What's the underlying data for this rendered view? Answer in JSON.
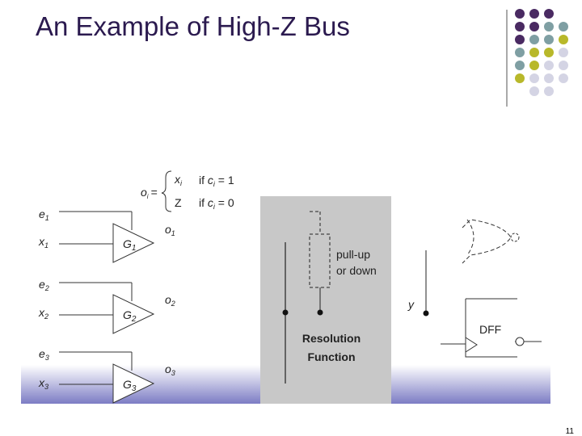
{
  "slide": {
    "title": "An Example of High-Z Bus",
    "page_number": "11"
  },
  "colors": {
    "title": "#2b1a4f",
    "dot_purple": "#4a2a62",
    "dot_teal": "#7f9fa3",
    "dot_yellow": "#b8b82a",
    "dot_lavender": "#d4d4e4",
    "resolution_box": "#c8c8c8",
    "band_bottom": "#7c7cc4"
  },
  "definition": {
    "lhs_var": "o",
    "lhs_sub": "i",
    "eq": "=",
    "case1_val": "x",
    "case1_val_sub": "i",
    "case1_cond_prefix": "if ",
    "case1_cond_var": "c",
    "case1_cond_sub": "i",
    "case1_cond_rhs": " = 1",
    "case2_val": "Z",
    "case2_cond_prefix": "if ",
    "case2_cond_var": "c",
    "case2_cond_sub": "i",
    "case2_cond_rhs": " = 0"
  },
  "buffers": [
    {
      "enable_var": "e",
      "enable_sub": "1",
      "input_var": "x",
      "input_sub": "1",
      "gate_var": "G",
      "gate_sub": "1",
      "output_var": "o",
      "output_sub": "1"
    },
    {
      "enable_var": "e",
      "enable_sub": "2",
      "input_var": "x",
      "input_sub": "2",
      "gate_var": "G",
      "gate_sub": "2",
      "output_var": "o",
      "output_sub": "2"
    },
    {
      "enable_var": "e",
      "enable_sub": "3",
      "input_var": "x",
      "input_sub": "3",
      "gate_var": "G",
      "gate_sub": "3",
      "output_var": "o",
      "output_sub": "3"
    }
  ],
  "resolution": {
    "pull_label_line1": "pull-up",
    "pull_label_line2": "or down",
    "function_line1": "Resolution",
    "function_line2": "Function",
    "output_var": "y"
  },
  "dff": {
    "label": "DFF"
  }
}
